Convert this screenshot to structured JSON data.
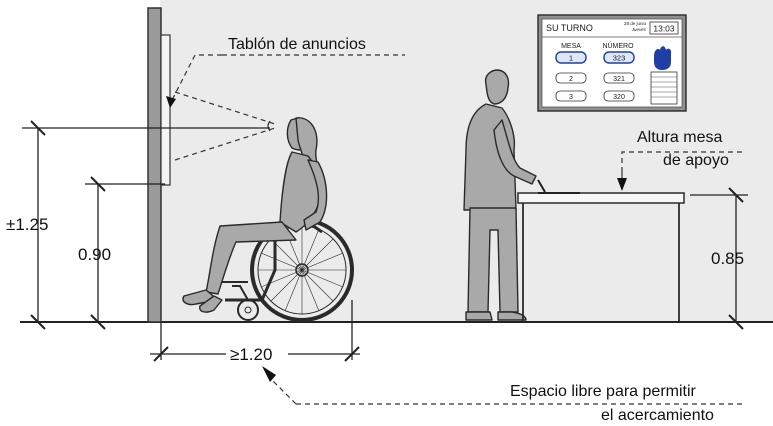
{
  "labels": {
    "bulletin_board": "Tablón de anuncios",
    "table_height_line1": "Altura mesa",
    "table_height_line2": "de apoyo",
    "free_space_line1": "Espacio libre para permitir",
    "free_space_line2": "el acercamiento"
  },
  "dimensions": {
    "eye_height": "±1.25",
    "board_bottom": "0.90",
    "table_height": "0.85",
    "clear_space": "≥1.20"
  },
  "display": {
    "title": "SU TURNO",
    "date_line1": "28 de junio",
    "date_line2": "Jueves",
    "time": "13:03",
    "col_mesa": "MESA",
    "col_numero": "NÚMERO",
    "rows": [
      {
        "mesa": "1",
        "numero": "323"
      },
      {
        "mesa": "2",
        "numero": "321"
      },
      {
        "mesa": "3",
        "numero": "320"
      }
    ]
  },
  "colors": {
    "wall": "#9a9a9a",
    "background": "#ebebeb",
    "figure": "#a9a9a9",
    "highlight": "#1f3fa6"
  }
}
